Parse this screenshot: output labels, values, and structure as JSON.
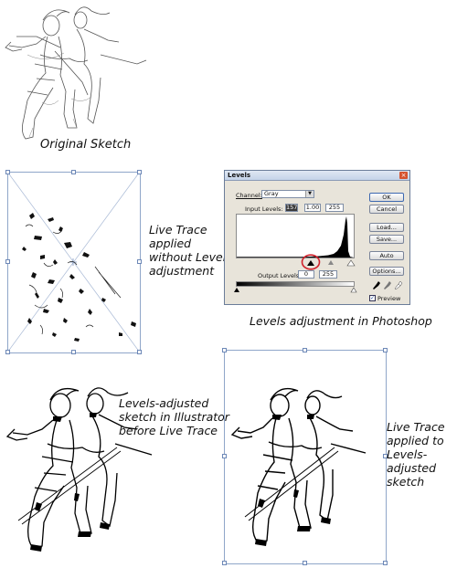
{
  "captions": {
    "original_sketch": "Original Sketch",
    "live_trace_no_levels": [
      "Live Trace",
      "applied",
      "without Levels",
      "adjustment"
    ],
    "levels_photoshop": "Levels adjustment in Photoshop",
    "levels_adjusted_sketch": [
      "Levels-adjusted",
      "sketch in Illustrator",
      "before Live Trace"
    ],
    "live_trace_levels": [
      "Live Trace",
      "applied to",
      "Levels-adjusted",
      "sketch"
    ]
  },
  "levels_dialog": {
    "title": "Levels",
    "close_glyph": "×",
    "channel_label": "Channel:",
    "channel_value": "Gray",
    "input_levels_label": "Input Levels:",
    "input_black": "157",
    "input_gamma": "1.00",
    "input_white": "255",
    "output_levels_label": "Output Levels:",
    "output_black": "0",
    "output_white": "255",
    "buttons": {
      "ok": "OK",
      "cancel": "Cancel",
      "load": "Load...",
      "save": "Save...",
      "auto": "Auto",
      "options": "Options..."
    },
    "preview_label": "Preview",
    "preview_checked": true
  },
  "colors": {
    "frame": "#8fa6c9",
    "highlight_circle": "#d0202a"
  }
}
